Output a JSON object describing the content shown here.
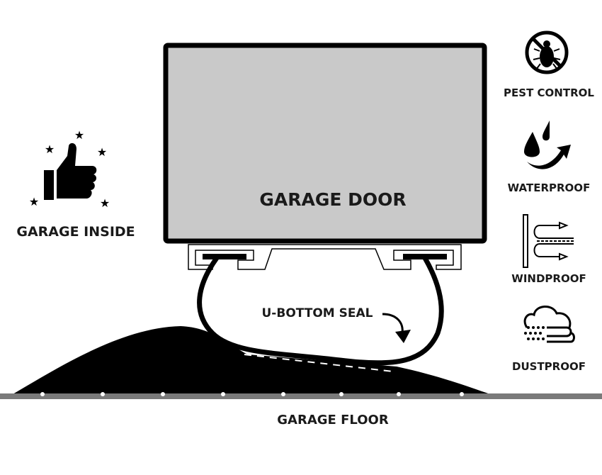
{
  "door": {
    "label": "GARAGE DOOR"
  },
  "inside": {
    "label": "GARAGE INSIDE",
    "icon": "thumbs-up-stars-icon"
  },
  "seal": {
    "label": "U-BOTTOM SEAL"
  },
  "floor": {
    "label": "GARAGE FLOOR"
  },
  "features": [
    {
      "label": "PEST CONTROL",
      "icon": "no-bug-icon"
    },
    {
      "label": "WATERPROOF",
      "icon": "water-drops-icon"
    },
    {
      "label": "WINDPROOF",
      "icon": "wind-icon"
    },
    {
      "label": "DUSTPROOF",
      "icon": "dust-cloud-icon"
    }
  ],
  "colors": {
    "door_fill": "#c9c9c9",
    "ink": "#000000",
    "floor": "#7a7a7a"
  }
}
